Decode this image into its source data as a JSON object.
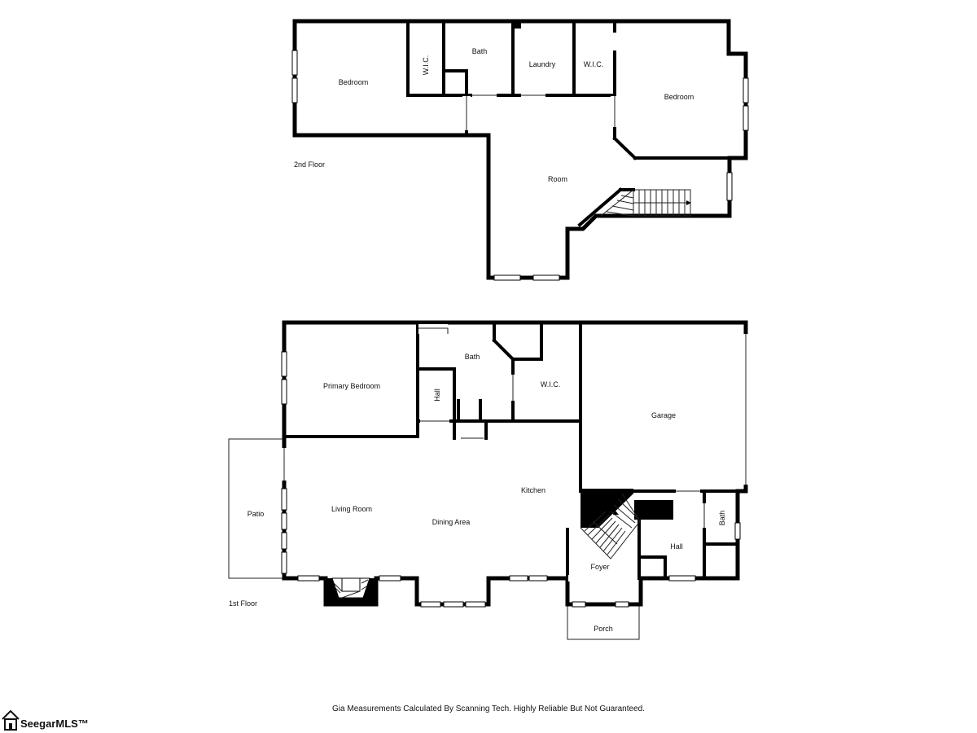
{
  "floors": {
    "second": {
      "label": "2nd Floor",
      "rooms": {
        "bedroom_left": "Bedroom",
        "wic_left": "W.I.C.",
        "bath": "Bath",
        "laundry": "Laundry",
        "wic_right": "W.I.C.",
        "bedroom_right": "Bedroom",
        "room": "Room"
      }
    },
    "first": {
      "label": "1st Floor",
      "rooms": {
        "primary_bedroom": "Primary Bedroom",
        "bath": "Bath",
        "hall_upper": "Hall",
        "wic": "W.I.C.",
        "garage": "Garage",
        "patio": "Patio",
        "living_room": "Living Room",
        "dining_area": "Dining Area",
        "kitchen": "Kitchen",
        "foyer": "Foyer",
        "hall_lower": "Hall",
        "bath_small": "Bath",
        "porch": "Porch"
      }
    }
  },
  "disclaimer": "Gia Measurements Calculated By Scanning Tech. Highly Reliable But Not Guaranteed.",
  "logo": {
    "text": "SeegarMLS™",
    "icon": "house-icon"
  },
  "colors": {
    "wall": "#000000",
    "background": "#ffffff"
  }
}
